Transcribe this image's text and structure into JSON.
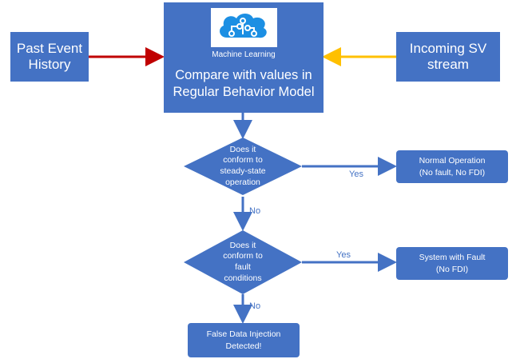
{
  "colors": {
    "box_fill": "#4472C4",
    "box_text": "#FFFFFF",
    "arrow_blue": "#4472C4",
    "arrow_red": "#C00000",
    "arrow_yellow": "#FFC000",
    "label_blue": "#4472C4"
  },
  "nodes": {
    "past_event": "Past Event\nHistory",
    "incoming_sv": "Incoming SV\nstream",
    "ml_caption": "Machine Learning",
    "ml_icon": "brain-circuit-icon",
    "compare": "Compare with values in\nRegular Behavior Model",
    "decision1": "Does it\nconform to\nsteady-state\noperation",
    "normal_op": "Normal Operation\n(No fault, No FDI)",
    "decision2": "Does it\nconform to\nfault\nconditions",
    "system_fault": "System with Fault\n(No FDI)",
    "fdi": "False Data Injection\nDetected!"
  },
  "edges": {
    "yes1": "Yes",
    "no1": "No",
    "yes2": "Yes",
    "no2": "No"
  }
}
